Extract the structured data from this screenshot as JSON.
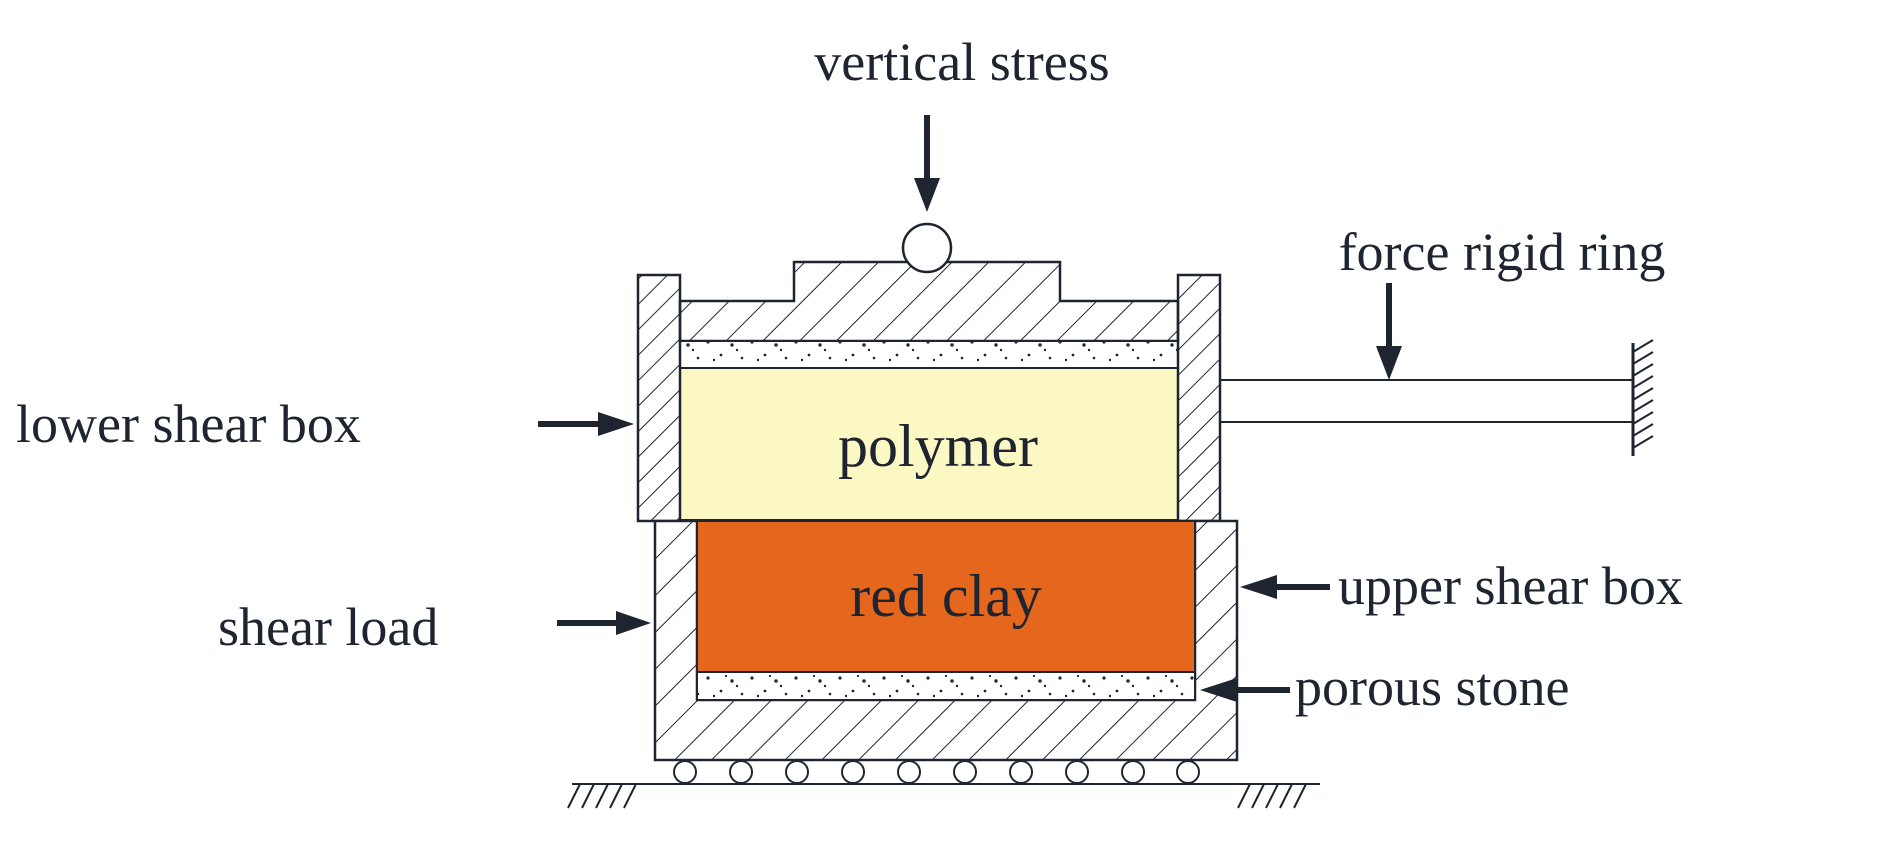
{
  "labels": {
    "vertical_stress": "vertical stress",
    "force_rigid_ring": "force rigid ring",
    "lower_shear_box": "lower shear box",
    "upper_shear_box": "upper shear box",
    "shear_load": "shear load",
    "porous_stone": "porous stone"
  },
  "materials": {
    "polymer": "polymer",
    "red_clay": "red clay"
  },
  "colors": {
    "polymer_fill": "#fbf8c4",
    "red_clay_fill": "#e5671d",
    "ink": "#1e2530",
    "porous_stone_fill": "#ffffff"
  }
}
